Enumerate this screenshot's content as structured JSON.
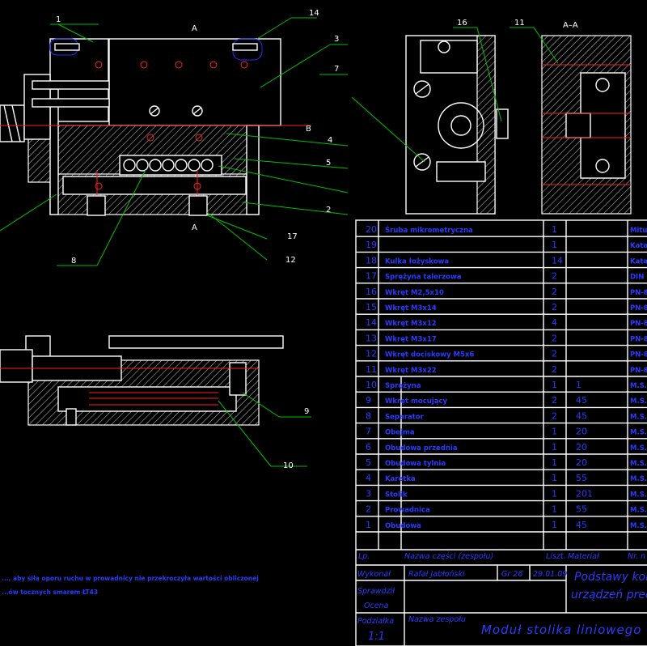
{
  "views": {
    "front_title": "A",
    "section_title": "A–A",
    "section_mark_a": "A",
    "section_mark_b": "B"
  },
  "callouts": [
    "1",
    "14",
    "3",
    "7",
    "4",
    "5",
    "2",
    "17",
    "12",
    "8",
    "16",
    "11",
    "9",
    "10"
  ],
  "parts_table": {
    "headers": [
      "Lp.",
      "Nazwa części (zespołu)",
      "Liszt.",
      "Materiał",
      "Nr. n"
    ],
    "rows": [
      {
        "lp": "20",
        "name": "Śruba mikrometryczna",
        "qty": "1",
        "dim": "",
        "mat": "Mitut"
      },
      {
        "lp": "19",
        "name": "",
        "qty": "1",
        "dim": "",
        "mat": "Katal"
      },
      {
        "lp": "18",
        "name": "Kulka łożyskowa",
        "qty": "14",
        "dim": "",
        "mat": "Katal"
      },
      {
        "lp": "17",
        "name": "Sprężyna talerzowa",
        "qty": "2",
        "dim": "",
        "mat": "DIN"
      },
      {
        "lp": "16",
        "name": "Wkręt M2,5x10",
        "qty": "2",
        "dim": "",
        "mat": "PN-8"
      },
      {
        "lp": "15",
        "name": "Wkręt M3x14",
        "qty": "2",
        "dim": "",
        "mat": "PN-8"
      },
      {
        "lp": "14",
        "name": "Wkręt M3x12",
        "qty": "4",
        "dim": "",
        "mat": "PN-8"
      },
      {
        "lp": "13",
        "name": "Wkręt M3x17",
        "qty": "2",
        "dim": "",
        "mat": "PN-8"
      },
      {
        "lp": "12",
        "name": "Wkręt dociskowy M5x6",
        "qty": "2",
        "dim": "",
        "mat": "PN-8"
      },
      {
        "lp": "11",
        "name": "Wkręt M3x22",
        "qty": "2",
        "dim": "",
        "mat": "PN-8"
      },
      {
        "lp": "10",
        "name": "Sprężyna",
        "qty": "1",
        "dim": "1",
        "mat": "M.S."
      },
      {
        "lp": "9",
        "name": "Wkręt mocujący",
        "qty": "2",
        "dim": "45",
        "mat": "M.S."
      },
      {
        "lp": "8",
        "name": "Separator",
        "qty": "2",
        "dim": "45",
        "mat": "M.S."
      },
      {
        "lp": "7",
        "name": "Obejma",
        "qty": "1",
        "dim": "20",
        "mat": "M.S."
      },
      {
        "lp": "6",
        "name": "Obudowa przednia",
        "qty": "1",
        "dim": "20",
        "mat": "M.S."
      },
      {
        "lp": "5",
        "name": "Obudowa tylnia",
        "qty": "1",
        "dim": "20",
        "mat": "M.S."
      },
      {
        "lp": "4",
        "name": "Karetka",
        "qty": "1",
        "dim": "55",
        "mat": "M.S."
      },
      {
        "lp": "3",
        "name": "Stolik",
        "qty": "1",
        "dim": "201",
        "mat": "M.S."
      },
      {
        "lp": "2",
        "name": "Prowadnica",
        "qty": "1",
        "dim": "55",
        "mat": "M.S."
      },
      {
        "lp": "1",
        "name": "Obudowa",
        "qty": "1",
        "dim": "45",
        "mat": "M.S."
      }
    ]
  },
  "title_block": {
    "wykonal_label": "Wykonał",
    "wykonal_name": "Rafał Jabłoński",
    "group": "Gr 26",
    "date": "29.01.09",
    "sprawdzil_label": "Sprawdził",
    "ocena_label": "Ocena",
    "podzialka_label": "Podziałka",
    "scale": "1:1",
    "assembly_label": "Nazwa zespołu",
    "assembly_name": "Moduł stolika liniowego",
    "project_line1": "Podstawy kon",
    "project_line2": "urządzeń prec"
  },
  "notes": {
    "line1": "..., aby siła oporu ruchu w prowadnicy nie przekroczyła wartości obliczonej",
    "line2": "...ów tocznych smarem ŁT43"
  },
  "colors": {
    "background": "#000000",
    "outline": "#ffffff",
    "leader": "#00c000",
    "axis": "#ff2020",
    "table": "#2a3cff"
  }
}
